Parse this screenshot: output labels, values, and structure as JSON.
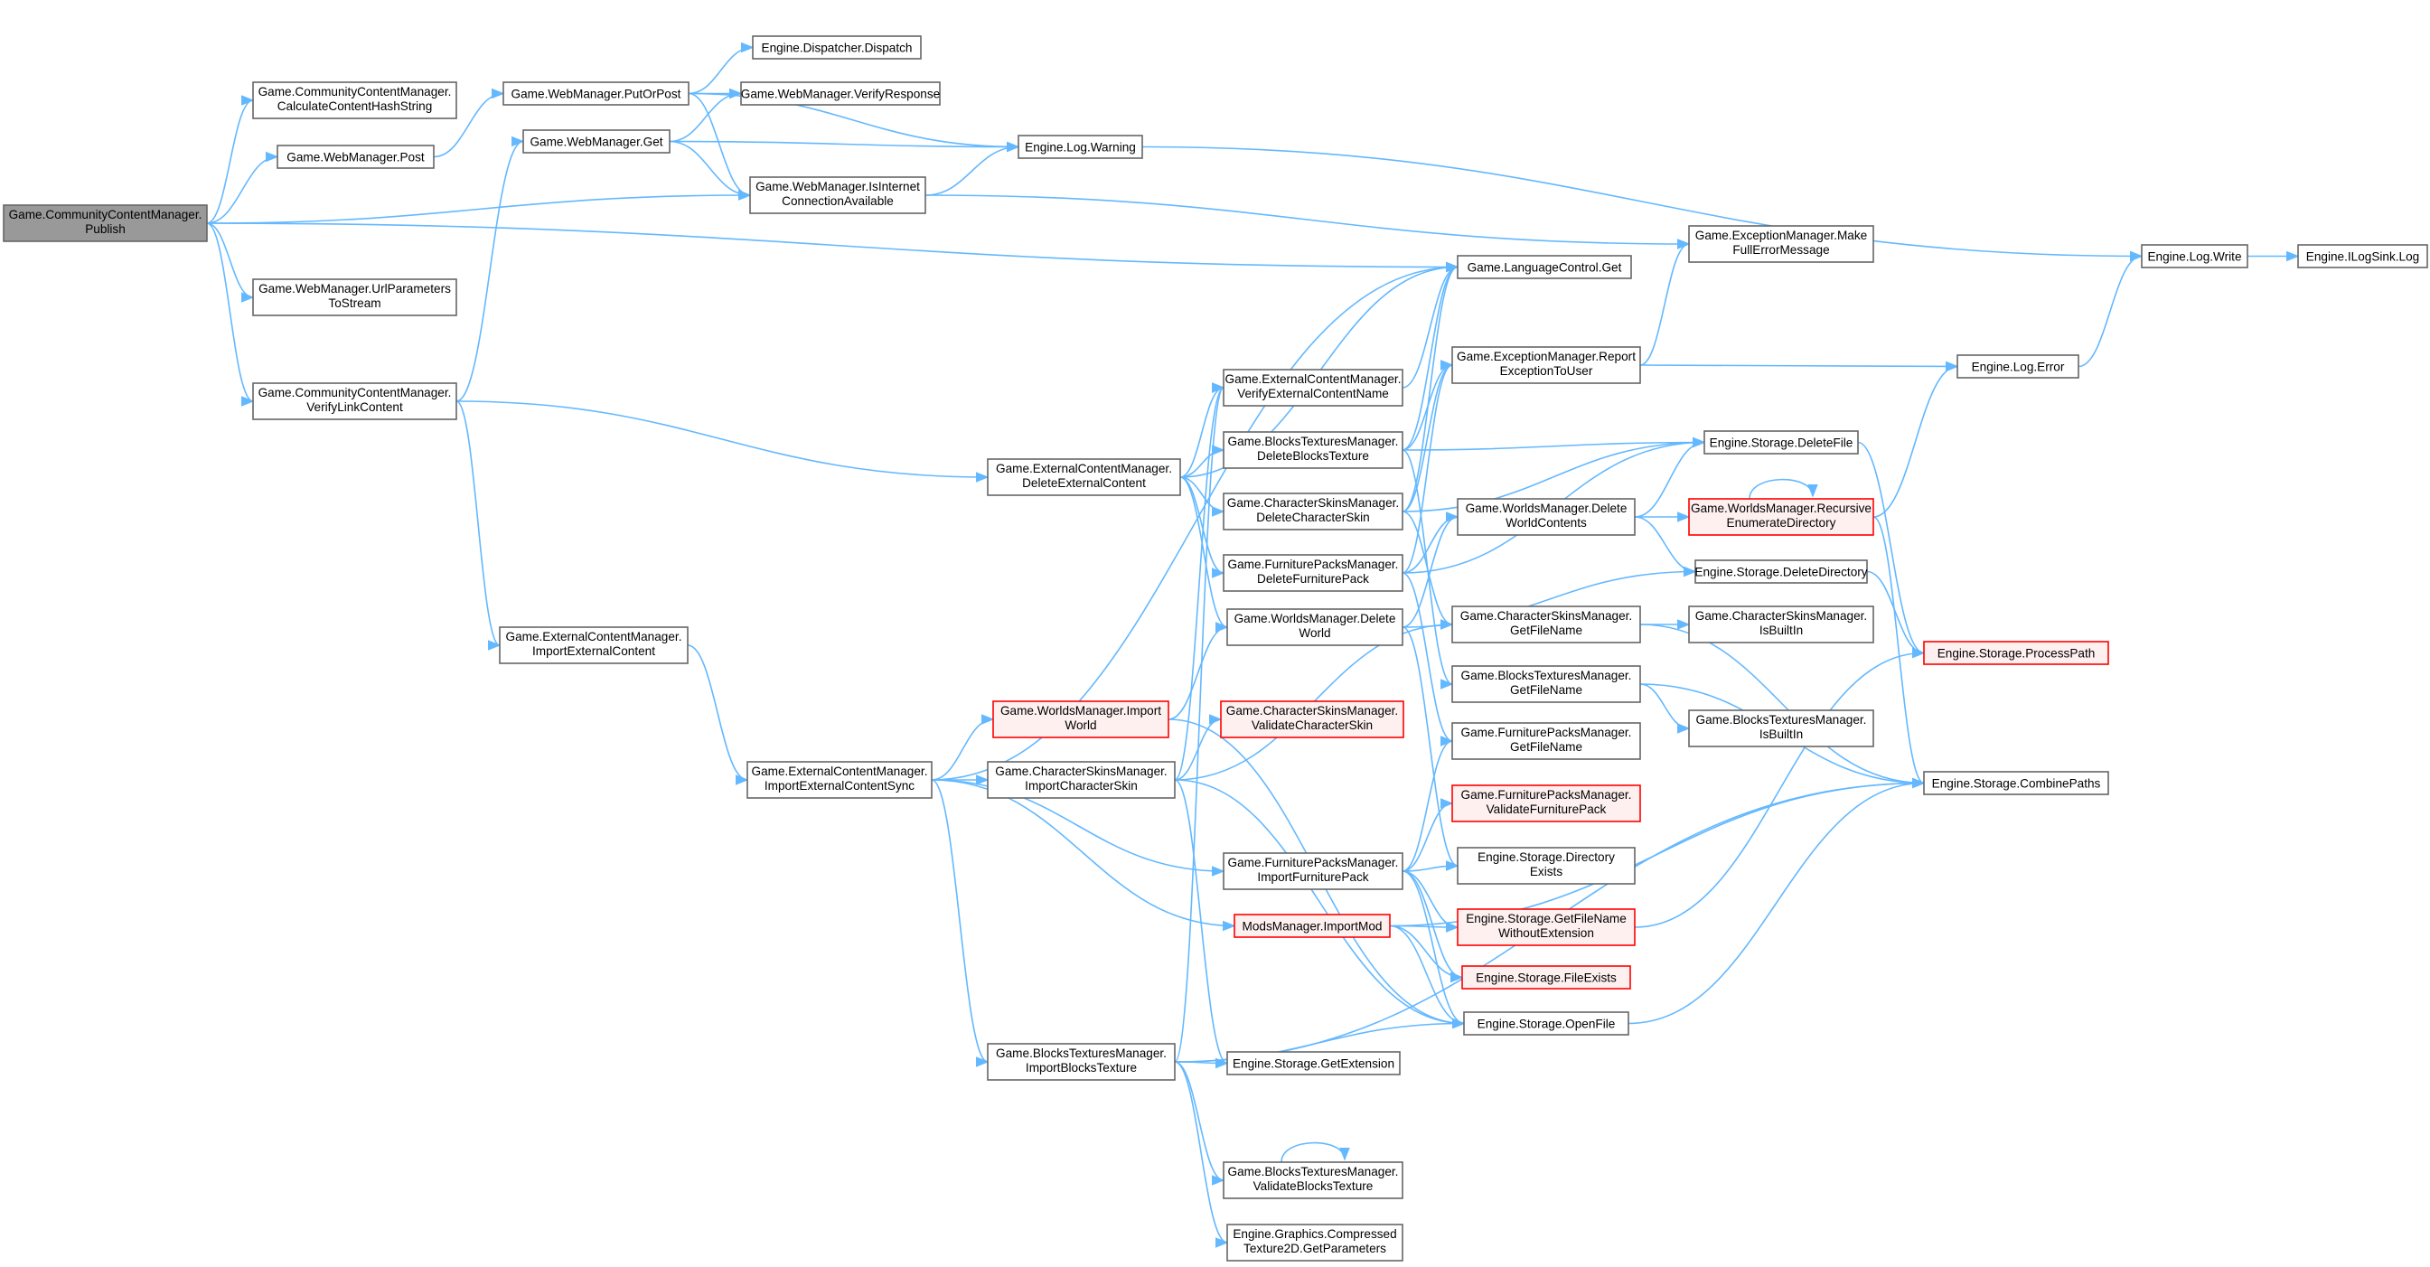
{
  "colors": {
    "edge": "#63b8ff",
    "node_border": "#666666",
    "root_fill": "#999999",
    "truncated_border": "#ff0000",
    "truncated_fill": "#fff0f0"
  },
  "nodes": [
    {
      "id": "n0",
      "lines": [
        "Game.CommunityContentManager.",
        "Publish"
      ],
      "kind": "root"
    },
    {
      "id": "n1",
      "lines": [
        "Game.CommunityContentManager.",
        "CalculateContentHashString"
      ]
    },
    {
      "id": "n2",
      "lines": [
        "Game.WebManager.Post"
      ]
    },
    {
      "id": "n3",
      "lines": [
        "Game.WebManager.UrlParameters",
        "ToStream"
      ]
    },
    {
      "id": "n4",
      "lines": [
        "Game.CommunityContentManager.",
        "VerifyLinkContent"
      ]
    },
    {
      "id": "n5",
      "lines": [
        "Game.WebManager.PutOrPost"
      ]
    },
    {
      "id": "n6",
      "lines": [
        "Game.WebManager.Get"
      ]
    },
    {
      "id": "n7",
      "lines": [
        "Game.ExternalContentManager.",
        "ImportExternalContent"
      ]
    },
    {
      "id": "n8",
      "lines": [
        "Engine.Dispatcher.Dispatch"
      ]
    },
    {
      "id": "n9",
      "lines": [
        "Game.WebManager.VerifyResponse"
      ]
    },
    {
      "id": "n10",
      "lines": [
        "Game.WebManager.IsInternet",
        "ConnectionAvailable"
      ]
    },
    {
      "id": "n11",
      "lines": [
        "Engine.Log.Warning"
      ]
    },
    {
      "id": "n12",
      "lines": [
        "Game.ExternalContentManager.",
        "DeleteExternalContent"
      ]
    },
    {
      "id": "n13",
      "lines": [
        "Game.ExternalContentManager.",
        "ImportExternalContentSync"
      ]
    },
    {
      "id": "n14",
      "lines": [
        "Game.WorldsManager.Import",
        "World"
      ],
      "kind": "trunc"
    },
    {
      "id": "n15",
      "lines": [
        "Game.CharacterSkinsManager.",
        "ImportCharacterSkin"
      ]
    },
    {
      "id": "n16",
      "lines": [
        "Game.BlocksTexturesManager.",
        "ImportBlocksTexture"
      ]
    },
    {
      "id": "n17",
      "lines": [
        "Game.ExternalContentManager.",
        "VerifyExternalContentName"
      ]
    },
    {
      "id": "n18",
      "lines": [
        "Game.BlocksTexturesManager.",
        "DeleteBlocksTexture"
      ]
    },
    {
      "id": "n19",
      "lines": [
        "Game.CharacterSkinsManager.",
        "DeleteCharacterSkin"
      ]
    },
    {
      "id": "n20",
      "lines": [
        "Game.FurniturePacksManager.",
        "DeleteFurniturePack"
      ]
    },
    {
      "id": "n21",
      "lines": [
        "Game.WorldsManager.Delete",
        "World"
      ]
    },
    {
      "id": "n22",
      "lines": [
        "Game.CharacterSkinsManager.",
        "ValidateCharacterSkin"
      ],
      "kind": "trunc"
    },
    {
      "id": "n23",
      "lines": [
        "Game.FurniturePacksManager.",
        "ImportFurniturePack"
      ]
    },
    {
      "id": "n24",
      "lines": [
        "ModsManager.ImportMod"
      ],
      "kind": "trunc"
    },
    {
      "id": "n25",
      "lines": [
        "Engine.Storage.GetExtension"
      ]
    },
    {
      "id": "n26",
      "lines": [
        "Game.BlocksTexturesManager.",
        "ValidateBlocksTexture"
      ]
    },
    {
      "id": "n27",
      "lines": [
        "Engine.Graphics.Compressed",
        "Texture2D.GetParameters"
      ]
    },
    {
      "id": "n28",
      "lines": [
        "Game.LanguageControl.Get"
      ]
    },
    {
      "id": "n29",
      "lines": [
        "Game.ExceptionManager.Report",
        "ExceptionToUser"
      ]
    },
    {
      "id": "n30",
      "lines": [
        "Game.WorldsManager.Delete",
        "WorldContents"
      ]
    },
    {
      "id": "n31",
      "lines": [
        "Game.CharacterSkinsManager.",
        "GetFileName"
      ]
    },
    {
      "id": "n32",
      "lines": [
        "Game.BlocksTexturesManager.",
        "GetFileName"
      ]
    },
    {
      "id": "n33",
      "lines": [
        "Game.FurniturePacksManager.",
        "GetFileName"
      ]
    },
    {
      "id": "n34",
      "lines": [
        "Game.FurniturePacksManager.",
        "ValidateFurniturePack"
      ],
      "kind": "trunc"
    },
    {
      "id": "n35",
      "lines": [
        "Engine.Storage.Directory",
        "Exists"
      ]
    },
    {
      "id": "n36",
      "lines": [
        "Engine.Storage.GetFileName",
        "WithoutExtension"
      ],
      "kind": "trunc"
    },
    {
      "id": "n37",
      "lines": [
        "Engine.Storage.FileExists"
      ],
      "kind": "trunc"
    },
    {
      "id": "n38",
      "lines": [
        "Engine.Storage.OpenFile"
      ]
    },
    {
      "id": "n39",
      "lines": [
        "Game.ExceptionManager.Make",
        "FullErrorMessage"
      ]
    },
    {
      "id": "n40",
      "lines": [
        "Engine.Storage.DeleteFile"
      ]
    },
    {
      "id": "n41",
      "lines": [
        "Game.WorldsManager.Recursive",
        "EnumerateDirectory"
      ],
      "kind": "trunc"
    },
    {
      "id": "n42",
      "lines": [
        "Engine.Storage.DeleteDirectory"
      ]
    },
    {
      "id": "n43",
      "lines": [
        "Game.CharacterSkinsManager.",
        "IsBuiltIn"
      ]
    },
    {
      "id": "n44",
      "lines": [
        "Game.BlocksTexturesManager.",
        "IsBuiltIn"
      ]
    },
    {
      "id": "n45",
      "lines": [
        "Engine.Log.Error"
      ]
    },
    {
      "id": "n46",
      "lines": [
        "Engine.Storage.ProcessPath"
      ],
      "kind": "trunc"
    },
    {
      "id": "n47",
      "lines": [
        "Engine.Storage.CombinePaths"
      ]
    },
    {
      "id": "n48",
      "lines": [
        "Engine.Log.Write"
      ]
    },
    {
      "id": "n49",
      "lines": [
        "Engine.ILogSink.Log"
      ]
    }
  ],
  "edges": [
    [
      "n0",
      "n1"
    ],
    [
      "n0",
      "n2"
    ],
    [
      "n0",
      "n3"
    ],
    [
      "n0",
      "n4"
    ],
    [
      "n0",
      "n10"
    ],
    [
      "n0",
      "n28"
    ],
    [
      "n2",
      "n5"
    ],
    [
      "n5",
      "n8"
    ],
    [
      "n5",
      "n9"
    ],
    [
      "n5",
      "n10"
    ],
    [
      "n5",
      "n11"
    ],
    [
      "n6",
      "n9"
    ],
    [
      "n6",
      "n10"
    ],
    [
      "n6",
      "n11"
    ],
    [
      "n4",
      "n6"
    ],
    [
      "n4",
      "n7"
    ],
    [
      "n4",
      "n12"
    ],
    [
      "n7",
      "n13"
    ],
    [
      "n10",
      "n11"
    ],
    [
      "n10",
      "n39"
    ],
    [
      "n11",
      "n48"
    ],
    [
      "n12",
      "n17"
    ],
    [
      "n12",
      "n18"
    ],
    [
      "n12",
      "n19"
    ],
    [
      "n12",
      "n20"
    ],
    [
      "n12",
      "n21"
    ],
    [
      "n12",
      "n28"
    ],
    [
      "n13",
      "n14"
    ],
    [
      "n13",
      "n15"
    ],
    [
      "n13",
      "n16"
    ],
    [
      "n13",
      "n23"
    ],
    [
      "n13",
      "n24"
    ],
    [
      "n13",
      "n28"
    ],
    [
      "n14",
      "n21"
    ],
    [
      "n14",
      "n38"
    ],
    [
      "n15",
      "n22"
    ],
    [
      "n15",
      "n25"
    ],
    [
      "n15",
      "n31"
    ],
    [
      "n15",
      "n38"
    ],
    [
      "n15",
      "n17"
    ],
    [
      "n16",
      "n25"
    ],
    [
      "n16",
      "n26"
    ],
    [
      "n16",
      "n27"
    ],
    [
      "n16",
      "n38"
    ],
    [
      "n16",
      "n17"
    ],
    [
      "n16",
      "n47"
    ],
    [
      "n17",
      "n28"
    ],
    [
      "n18",
      "n28"
    ],
    [
      "n18",
      "n29"
    ],
    [
      "n18",
      "n32"
    ],
    [
      "n18",
      "n40"
    ],
    [
      "n19",
      "n28"
    ],
    [
      "n19",
      "n29"
    ],
    [
      "n19",
      "n31"
    ],
    [
      "n19",
      "n40"
    ],
    [
      "n20",
      "n29"
    ],
    [
      "n20",
      "n33"
    ],
    [
      "n20",
      "n40"
    ],
    [
      "n20",
      "n30"
    ],
    [
      "n21",
      "n30"
    ],
    [
      "n21",
      "n42"
    ],
    [
      "n21",
      "n35"
    ],
    [
      "n23",
      "n33"
    ],
    [
      "n23",
      "n34"
    ],
    [
      "n23",
      "n36"
    ],
    [
      "n23",
      "n37"
    ],
    [
      "n23",
      "n38"
    ],
    [
      "n23",
      "n35"
    ],
    [
      "n24",
      "n36"
    ],
    [
      "n24",
      "n37"
    ],
    [
      "n24",
      "n38"
    ],
    [
      "n24",
      "n47"
    ],
    [
      "n26",
      "n26"
    ],
    [
      "n29",
      "n39"
    ],
    [
      "n29",
      "n45"
    ],
    [
      "n30",
      "n41"
    ],
    [
      "n30",
      "n42"
    ],
    [
      "n30",
      "n40"
    ],
    [
      "n31",
      "n43"
    ],
    [
      "n31",
      "n47"
    ],
    [
      "n32",
      "n44"
    ],
    [
      "n32",
      "n47"
    ],
    [
      "n36",
      "n46"
    ],
    [
      "n38",
      "n47"
    ],
    [
      "n40",
      "n46"
    ],
    [
      "n41",
      "n41"
    ],
    [
      "n41",
      "n45"
    ],
    [
      "n41",
      "n47"
    ],
    [
      "n42",
      "n46"
    ],
    [
      "n45",
      "n48"
    ],
    [
      "n48",
      "n49"
    ]
  ]
}
